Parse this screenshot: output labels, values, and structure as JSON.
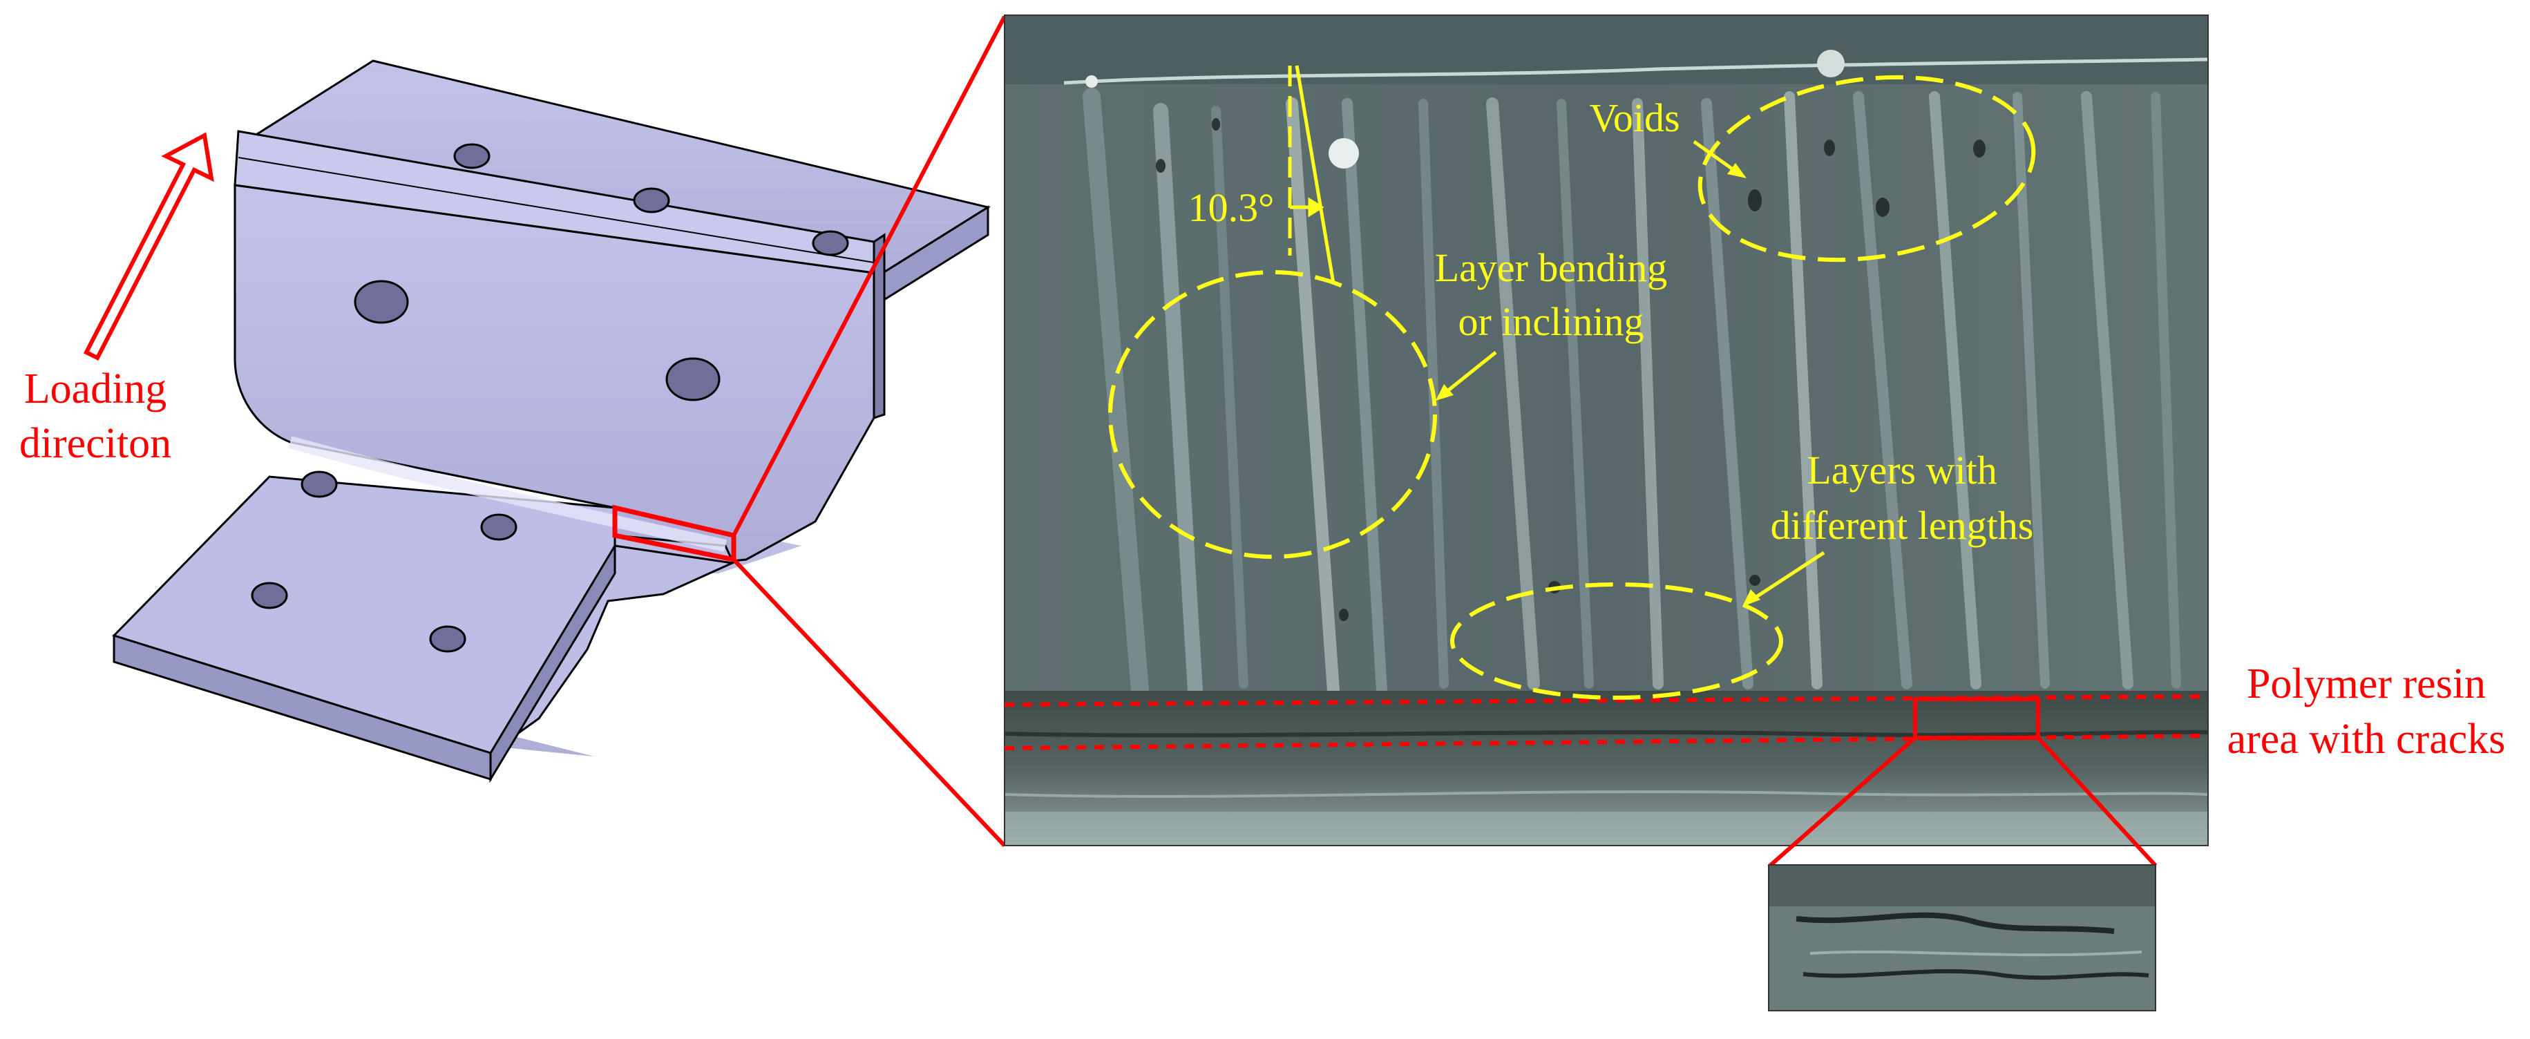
{
  "left_panel": {
    "loading_label_line1": "Loading",
    "loading_label_line2": "direciton"
  },
  "micrograph": {
    "angle_label": "10.3°",
    "voids_label": "Voids",
    "bending_line1": "Layer bending",
    "bending_line2": "or inclining",
    "lengths_line1": "Layers with",
    "lengths_line2": "different lengths"
  },
  "resin": {
    "line1": "Polymer resin",
    "line2": "area with cracks"
  },
  "colors": {
    "part_face": "#b9b9e2",
    "part_side": "#a5a5d3",
    "part_dark": "#8a8ab8",
    "highlight_red": "#ff0000",
    "annotation_yellow": "#ffff1a",
    "micrograph_base": "#5d6d6b"
  }
}
